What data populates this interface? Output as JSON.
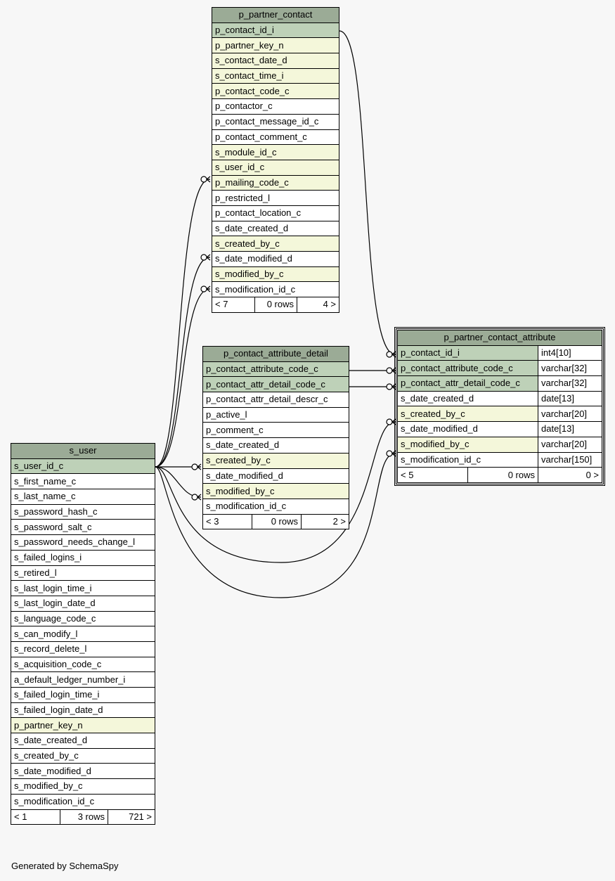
{
  "footer": "Generated by SchemaSpy",
  "tables": {
    "p_partner_contact": {
      "name": "p_partner_contact",
      "columns": [
        {
          "name": "p_contact_id_i",
          "kind": "pk"
        },
        {
          "name": "p_partner_key_n",
          "kind": "fk"
        },
        {
          "name": "s_contact_date_d",
          "kind": "fk"
        },
        {
          "name": "s_contact_time_i",
          "kind": "fk"
        },
        {
          "name": "p_contact_code_c",
          "kind": "fk"
        },
        {
          "name": "p_contactor_c",
          "kind": "plain"
        },
        {
          "name": "p_contact_message_id_c",
          "kind": "plain"
        },
        {
          "name": "p_contact_comment_c",
          "kind": "plain"
        },
        {
          "name": "s_module_id_c",
          "kind": "fk"
        },
        {
          "name": "s_user_id_c",
          "kind": "fk"
        },
        {
          "name": "p_mailing_code_c",
          "kind": "fk"
        },
        {
          "name": "p_restricted_l",
          "kind": "plain"
        },
        {
          "name": "p_contact_location_c",
          "kind": "plain"
        },
        {
          "name": "s_date_created_d",
          "kind": "plain"
        },
        {
          "name": "s_created_by_c",
          "kind": "fk"
        },
        {
          "name": "s_date_modified_d",
          "kind": "plain"
        },
        {
          "name": "s_modified_by_c",
          "kind": "fk"
        },
        {
          "name": "s_modification_id_c",
          "kind": "plain"
        }
      ],
      "footer": {
        "parents": "< 7",
        "rows": "0 rows",
        "children": "4 >"
      }
    },
    "p_contact_attribute_detail": {
      "name": "p_contact_attribute_detail",
      "columns": [
        {
          "name": "p_contact_attribute_code_c",
          "kind": "pk"
        },
        {
          "name": "p_contact_attr_detail_code_c",
          "kind": "pk"
        },
        {
          "name": "p_contact_attr_detail_descr_c",
          "kind": "plain"
        },
        {
          "name": "p_active_l",
          "kind": "plain"
        },
        {
          "name": "p_comment_c",
          "kind": "plain"
        },
        {
          "name": "s_date_created_d",
          "kind": "plain"
        },
        {
          "name": "s_created_by_c",
          "kind": "fk"
        },
        {
          "name": "s_date_modified_d",
          "kind": "plain"
        },
        {
          "name": "s_modified_by_c",
          "kind": "fk"
        },
        {
          "name": "s_modification_id_c",
          "kind": "plain"
        }
      ],
      "footer": {
        "parents": "< 3",
        "rows": "0 rows",
        "children": "2 >"
      }
    },
    "p_partner_contact_attribute": {
      "name": "p_partner_contact_attribute",
      "columns": [
        {
          "name": "p_contact_id_i",
          "type": "int4[10]",
          "kind": "pk"
        },
        {
          "name": "p_contact_attribute_code_c",
          "type": "varchar[32]",
          "kind": "pk"
        },
        {
          "name": "p_contact_attr_detail_code_c",
          "type": "varchar[32]",
          "kind": "pk"
        },
        {
          "name": "s_date_created_d",
          "type": "date[13]",
          "kind": "plain"
        },
        {
          "name": "s_created_by_c",
          "type": "varchar[20]",
          "kind": "fk"
        },
        {
          "name": "s_date_modified_d",
          "type": "date[13]",
          "kind": "plain"
        },
        {
          "name": "s_modified_by_c",
          "type": "varchar[20]",
          "kind": "fk"
        },
        {
          "name": "s_modification_id_c",
          "type": "varchar[150]",
          "kind": "plain"
        }
      ],
      "footer": {
        "parents": "< 5",
        "rows": "0 rows",
        "children": "0 >"
      }
    },
    "s_user": {
      "name": "s_user",
      "columns": [
        {
          "name": "s_user_id_c",
          "kind": "pk"
        },
        {
          "name": "s_first_name_c",
          "kind": "plain"
        },
        {
          "name": "s_last_name_c",
          "kind": "plain"
        },
        {
          "name": "s_password_hash_c",
          "kind": "plain"
        },
        {
          "name": "s_password_salt_c",
          "kind": "plain"
        },
        {
          "name": "s_password_needs_change_l",
          "kind": "plain"
        },
        {
          "name": "s_failed_logins_i",
          "kind": "plain"
        },
        {
          "name": "s_retired_l",
          "kind": "plain"
        },
        {
          "name": "s_last_login_time_i",
          "kind": "plain"
        },
        {
          "name": "s_last_login_date_d",
          "kind": "plain"
        },
        {
          "name": "s_language_code_c",
          "kind": "plain"
        },
        {
          "name": "s_can_modify_l",
          "kind": "plain"
        },
        {
          "name": "s_record_delete_l",
          "kind": "plain"
        },
        {
          "name": "s_acquisition_code_c",
          "kind": "plain"
        },
        {
          "name": "a_default_ledger_number_i",
          "kind": "plain"
        },
        {
          "name": "s_failed_login_time_i",
          "kind": "plain"
        },
        {
          "name": "s_failed_login_date_d",
          "kind": "plain"
        },
        {
          "name": "p_partner_key_n",
          "kind": "fk"
        },
        {
          "name": "s_date_created_d",
          "kind": "plain"
        },
        {
          "name": "s_created_by_c",
          "kind": "plain"
        },
        {
          "name": "s_date_modified_d",
          "kind": "plain"
        },
        {
          "name": "s_modified_by_c",
          "kind": "plain"
        },
        {
          "name": "s_modification_id_c",
          "kind": "plain"
        }
      ],
      "footer": {
        "parents": "< 1",
        "rows": "3 rows",
        "children": "721 >"
      }
    }
  }
}
